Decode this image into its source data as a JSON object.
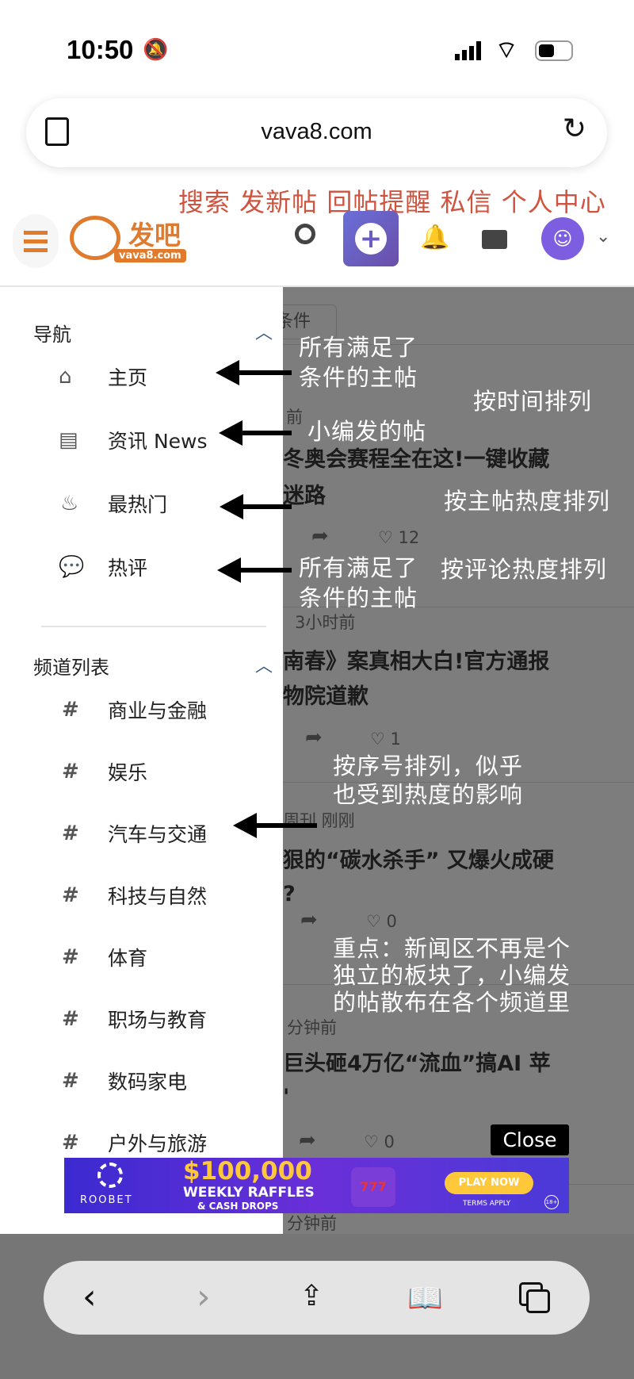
{
  "status_bar": {
    "time": "10:50"
  },
  "browser": {
    "url": "vava8.com"
  },
  "annotation_header": "搜索 发新帖 回帖提醒 私信 个人中心",
  "header": {
    "logo_text": "发吧",
    "logo_sub": "vava8.com"
  },
  "drawer": {
    "nav_title": "导航",
    "nav_items": [
      {
        "label": "主页",
        "icon": "home-icon"
      },
      {
        "label": "资讯 News",
        "icon": "newspaper-icon"
      },
      {
        "label": "最热门",
        "icon": "fire-icon"
      },
      {
        "label": "热评",
        "icon": "comment-icon"
      }
    ],
    "channels_title": "频道列表",
    "channels": [
      "商业与金融",
      "娱乐",
      "汽车与交通",
      "科技与自然",
      "体育",
      "职场与教育",
      "数码家电",
      "户外与旅游"
    ]
  },
  "content": {
    "filter_label": "条件",
    "posts": [
      {
        "time": "前",
        "title1": "冬奥会赛程全在这!一键收藏",
        "title2": "迷路",
        "likes": "12"
      },
      {
        "time": "3小时前",
        "title1": "南春》案真相大白!官方通报",
        "title2": "物院道歉",
        "likes": "1"
      },
      {
        "time": "周刊  刚刚",
        "title1": "狠的“碳水杀手” 又爆火成硬",
        "title2": "?",
        "likes": "0"
      },
      {
        "time": "分钟前",
        "title1": "巨头砸4万亿“流血”搞AI 苹",
        "title2": "'",
        "likes": "0"
      },
      {
        "time": "分钟前"
      }
    ]
  },
  "annotations": {
    "a1": "所有满足了",
    "a2": "条件的主帖",
    "a3": "按时间排列",
    "a4": "小编发的帖",
    "a5": "按主帖热度排列",
    "a6": "所有满足了",
    "a7": "条件的主帖",
    "a8": "按评论热度排列",
    "a9": "按序号排列，似乎",
    "a10": "也受到热度的影响",
    "a11": "重点：新闻区不再是个",
    "a12": "独立的板块了，小编发",
    "a13": "的帖散布在各个频道里"
  },
  "ad": {
    "brand": "ROOBET",
    "amount": "$100,000",
    "line1": "WEEKLY RAFFLES",
    "line2": "& CASH DROPS",
    "cta": "PLAY NOW",
    "terms": "TERMS APPLY",
    "age": "18+",
    "close": "Close"
  }
}
